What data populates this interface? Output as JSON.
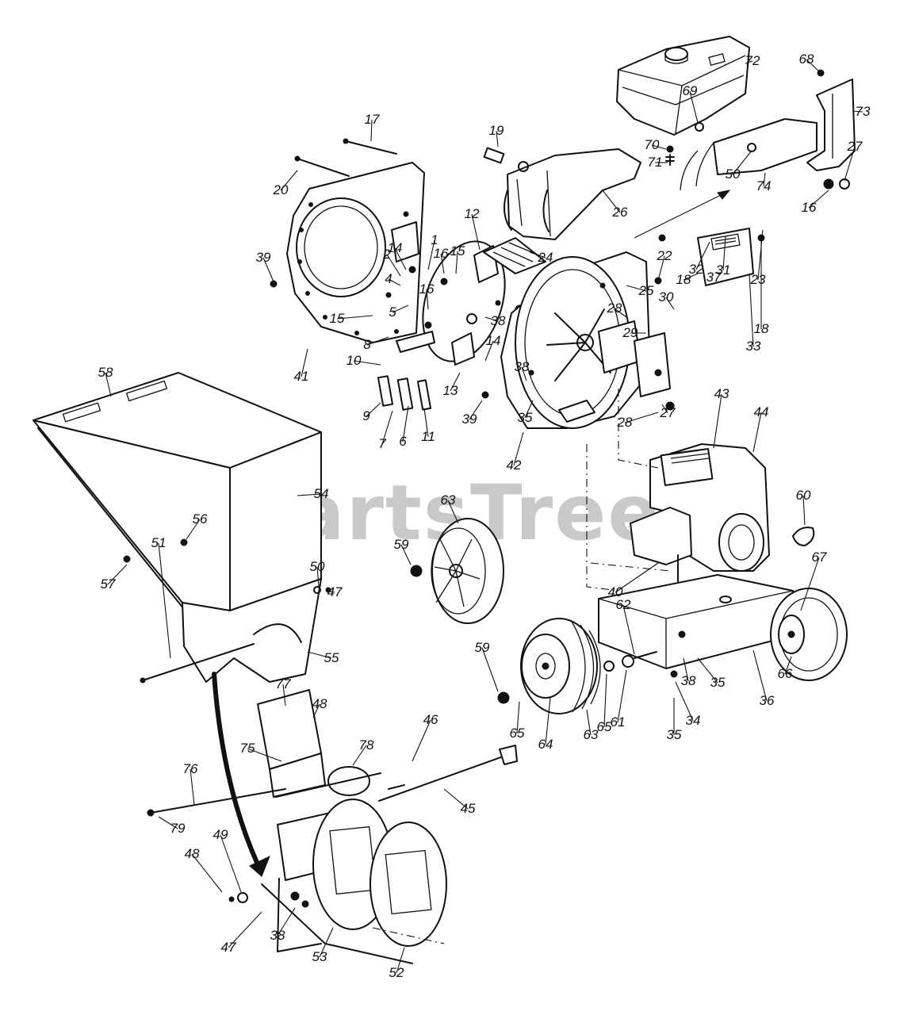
{
  "watermark": "PartsTree",
  "callouts": [
    {
      "id": "c1",
      "label": "1"
    },
    {
      "id": "c2",
      "label": "2"
    },
    {
      "id": "c4",
      "label": "4"
    },
    {
      "id": "c5",
      "label": "5"
    },
    {
      "id": "c6",
      "label": "6"
    },
    {
      "id": "c7",
      "label": "7"
    },
    {
      "id": "c8",
      "label": "8"
    },
    {
      "id": "c9",
      "label": "9"
    },
    {
      "id": "c10",
      "label": "10"
    },
    {
      "id": "c11",
      "label": "11"
    },
    {
      "id": "c12",
      "label": "12"
    },
    {
      "id": "c13",
      "label": "13"
    },
    {
      "id": "c14a",
      "label": "14"
    },
    {
      "id": "c14b",
      "label": "14"
    },
    {
      "id": "c15a",
      "label": "15"
    },
    {
      "id": "c15b",
      "label": "15"
    },
    {
      "id": "c16a",
      "label": "16"
    },
    {
      "id": "c16b",
      "label": "16"
    },
    {
      "id": "c16c",
      "label": "16"
    },
    {
      "id": "c17",
      "label": "17"
    },
    {
      "id": "c18a",
      "label": "18"
    },
    {
      "id": "c18b",
      "label": "18"
    },
    {
      "id": "c19",
      "label": "19"
    },
    {
      "id": "c20",
      "label": "20"
    },
    {
      "id": "c22",
      "label": "22"
    },
    {
      "id": "c23",
      "label": "23"
    },
    {
      "id": "c24",
      "label": "24"
    },
    {
      "id": "c25",
      "label": "25"
    },
    {
      "id": "c26",
      "label": "26"
    },
    {
      "id": "c27a",
      "label": "27"
    },
    {
      "id": "c27b",
      "label": "27"
    },
    {
      "id": "c28a",
      "label": "28"
    },
    {
      "id": "c28b",
      "label": "28"
    },
    {
      "id": "c29",
      "label": "29"
    },
    {
      "id": "c30",
      "label": "30"
    },
    {
      "id": "c31",
      "label": "31"
    },
    {
      "id": "c32",
      "label": "32"
    },
    {
      "id": "c33",
      "label": "33"
    },
    {
      "id": "c34",
      "label": "34"
    },
    {
      "id": "c35a",
      "label": "35"
    },
    {
      "id": "c35b",
      "label": "35"
    },
    {
      "id": "c35c",
      "label": "35"
    },
    {
      "id": "c36",
      "label": "36"
    },
    {
      "id": "c37",
      "label": "37"
    },
    {
      "id": "c38a",
      "label": "38"
    },
    {
      "id": "c38b",
      "label": "38"
    },
    {
      "id": "c38c",
      "label": "38"
    },
    {
      "id": "c38d",
      "label": "38"
    },
    {
      "id": "c39a",
      "label": "39"
    },
    {
      "id": "c39b",
      "label": "39"
    },
    {
      "id": "c40",
      "label": "40"
    },
    {
      "id": "c41",
      "label": "41"
    },
    {
      "id": "c42",
      "label": "42"
    },
    {
      "id": "c43",
      "label": "43"
    },
    {
      "id": "c44",
      "label": "44"
    },
    {
      "id": "c45",
      "label": "45"
    },
    {
      "id": "c46",
      "label": "46"
    },
    {
      "id": "c47a",
      "label": "47"
    },
    {
      "id": "c47b",
      "label": "47"
    },
    {
      "id": "c48a",
      "label": "48"
    },
    {
      "id": "c48b",
      "label": "48"
    },
    {
      "id": "c49",
      "label": "49"
    },
    {
      "id": "c50a",
      "label": "50"
    },
    {
      "id": "c50b",
      "label": "50"
    },
    {
      "id": "c51",
      "label": "51"
    },
    {
      "id": "c52",
      "label": "52"
    },
    {
      "id": "c53",
      "label": "53"
    },
    {
      "id": "c54",
      "label": "54"
    },
    {
      "id": "c55",
      "label": "55"
    },
    {
      "id": "c56",
      "label": "56"
    },
    {
      "id": "c57",
      "label": "57"
    },
    {
      "id": "c58",
      "label": "58"
    },
    {
      "id": "c59a",
      "label": "59"
    },
    {
      "id": "c59b",
      "label": "59"
    },
    {
      "id": "c60",
      "label": "60"
    },
    {
      "id": "c61",
      "label": "61"
    },
    {
      "id": "c62",
      "label": "62"
    },
    {
      "id": "c63a",
      "label": "63"
    },
    {
      "id": "c63b",
      "label": "63"
    },
    {
      "id": "c64",
      "label": "64"
    },
    {
      "id": "c65a",
      "label": "65"
    },
    {
      "id": "c65b",
      "label": "65"
    },
    {
      "id": "c66",
      "label": "66"
    },
    {
      "id": "c67",
      "label": "67"
    },
    {
      "id": "c68",
      "label": "68"
    },
    {
      "id": "c69",
      "label": "69"
    },
    {
      "id": "c70",
      "label": "70"
    },
    {
      "id": "c71",
      "label": "71"
    },
    {
      "id": "c72",
      "label": "72"
    },
    {
      "id": "c73",
      "label": "73"
    },
    {
      "id": "c74",
      "label": "74"
    },
    {
      "id": "c75",
      "label": "75"
    },
    {
      "id": "c76",
      "label": "76"
    },
    {
      "id": "c77",
      "label": "77"
    },
    {
      "id": "c78",
      "label": "78"
    },
    {
      "id": "c79",
      "label": "79"
    }
  ]
}
